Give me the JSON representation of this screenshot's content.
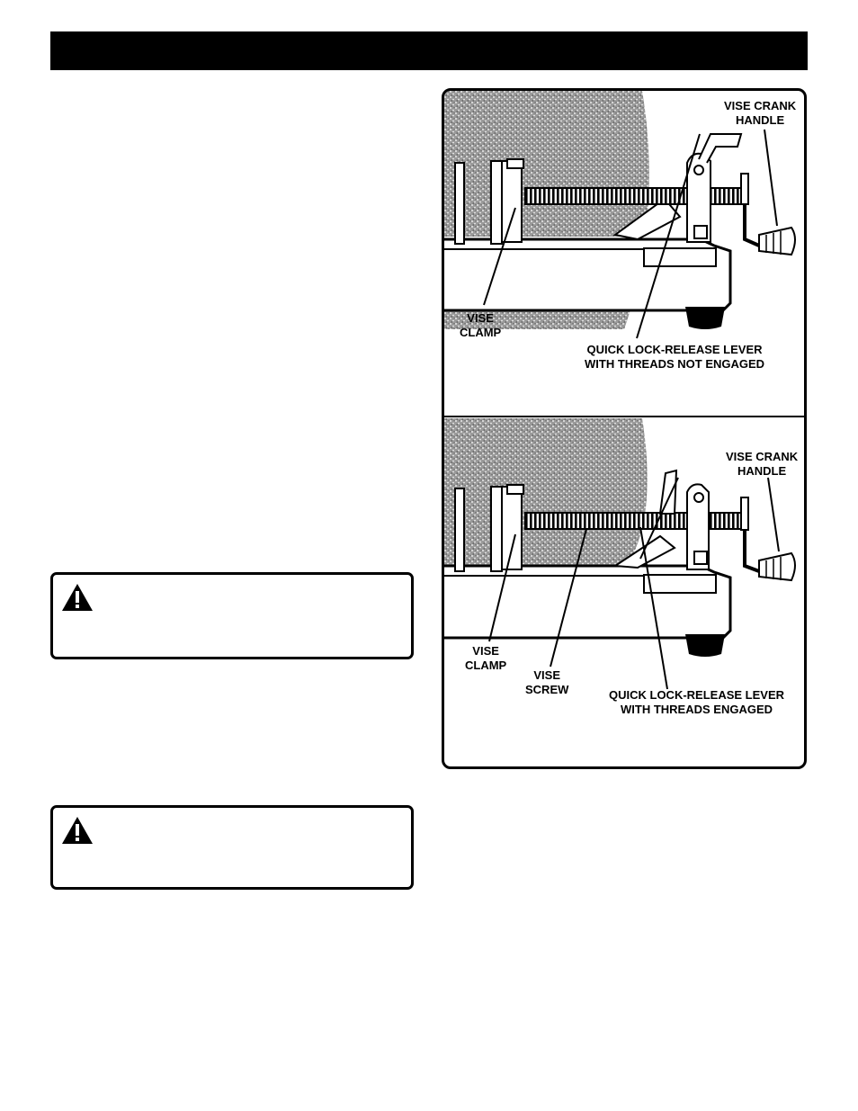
{
  "figure_top": {
    "vise_crank_handle": [
      "VISE CRANK",
      "HANDLE"
    ],
    "vise_clamp": [
      "VISE",
      "CLAMP"
    ],
    "lever": [
      "QUICK LOCK-RELEASE LEVER",
      "WITH THREADS NOT ENGAGED"
    ]
  },
  "figure_bottom": {
    "vise_crank_handle": [
      "VISE CRANK",
      "HANDLE"
    ],
    "vise_clamp": [
      "VISE",
      "CLAMP"
    ],
    "vise_screw": [
      "VISE",
      "SCREW"
    ],
    "lever": [
      "QUICK LOCK-RELEASE LEVER",
      "WITH THREADS ENGAGED"
    ]
  },
  "icons": {
    "warning": "warning-triangle-icon"
  }
}
